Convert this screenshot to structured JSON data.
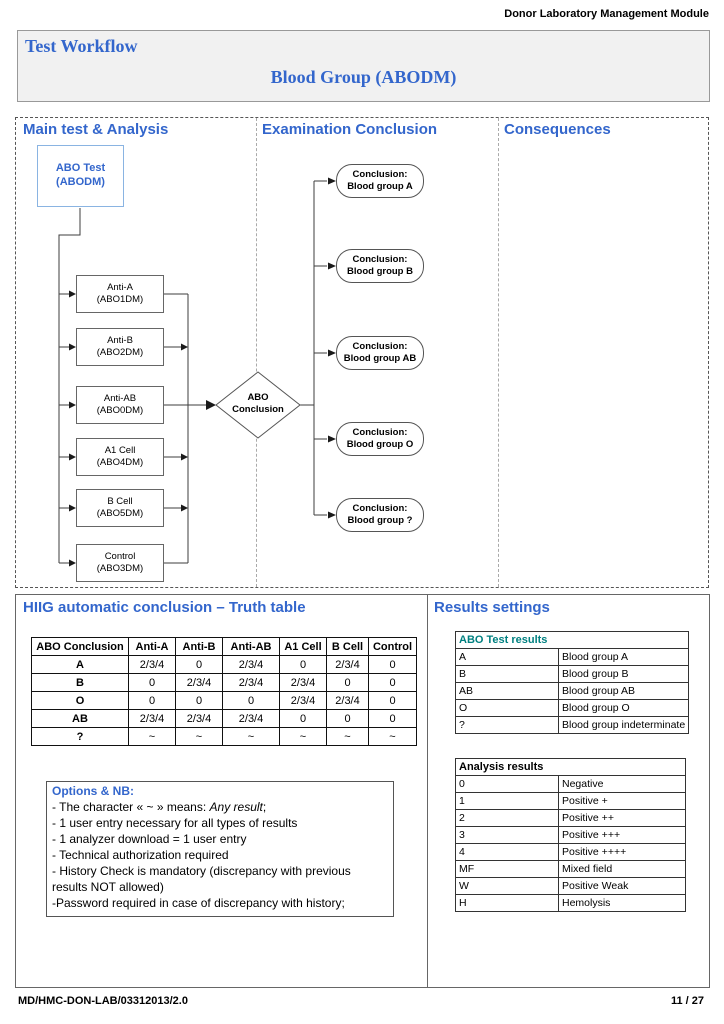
{
  "header": {
    "module": "Donor Laboratory Management Module"
  },
  "title": {
    "main": "Test Workflow",
    "sub": "Blood Group (ABODM)"
  },
  "colors": {
    "heading_blue": "#3366cc",
    "teal": "#008080",
    "abo_box_border": "#8ab4e2"
  },
  "flowchart": {
    "columns": [
      "Main test & Analysis",
      "Examination Conclusion",
      "Consequences"
    ],
    "abo_test": {
      "line1": "ABO Test",
      "line2": "(ABODM)"
    },
    "tests": [
      {
        "name": "Anti-A",
        "code": "(ABO1DM)"
      },
      {
        "name": "Anti-B",
        "code": "(ABO2DM)"
      },
      {
        "name": "Anti-AB",
        "code": "(ABO0DM)"
      },
      {
        "name": "A1 Cell",
        "code": "(ABO4DM)"
      },
      {
        "name": "B Cell",
        "code": "(ABO5DM)"
      },
      {
        "name": "Control",
        "code": "(ABO3DM)"
      }
    ],
    "decision": {
      "line1": "ABO",
      "line2": "Conclusion"
    },
    "conclusions": [
      {
        "line1": "Conclusion:",
        "line2": "Blood group A"
      },
      {
        "line1": "Conclusion:",
        "line2": "Blood group B"
      },
      {
        "line1": "Conclusion:",
        "line2": "Blood group AB"
      },
      {
        "line1": "Conclusion:",
        "line2": "Blood group O"
      },
      {
        "line1": "Conclusion:",
        "line2": "Blood group ?"
      }
    ]
  },
  "truth_table": {
    "title": "HIIG automatic conclusion – Truth table",
    "headers": [
      "ABO Conclusion",
      "Anti-A",
      "Anti-B",
      "Anti-AB",
      "A1 Cell",
      "B Cell",
      "Control"
    ],
    "rows": [
      [
        "A",
        "2/3/4",
        "0",
        "2/3/4",
        "0",
        "2/3/4",
        "0"
      ],
      [
        "B",
        "0",
        "2/3/4",
        "2/3/4",
        "2/3/4",
        "0",
        "0"
      ],
      [
        "O",
        "0",
        "0",
        "0",
        "2/3/4",
        "2/3/4",
        "0"
      ],
      [
        "AB",
        "2/3/4",
        "2/3/4",
        "2/3/4",
        "0",
        "0",
        "0"
      ],
      [
        "?",
        "~",
        "~",
        "~",
        "~",
        "~",
        "~"
      ]
    ]
  },
  "options": {
    "title": "Options & NB:",
    "note_prefix": "- The character « ~ » means: ",
    "note_italic": "Any result",
    "note_suffix": ";",
    "lines": [
      "- 1 user entry necessary for all types of results",
      "- 1 analyzer download = 1 user entry",
      "- Technical authorization required",
      "- History Check is mandatory (discrepancy with previous results NOT allowed)",
      "-Password required in case of discrepancy with history;"
    ]
  },
  "results_settings": {
    "title": "Results settings",
    "abo_table": {
      "header": "ABO Test results",
      "rows": [
        [
          "A",
          "Blood group A"
        ],
        [
          "B",
          "Blood group B"
        ],
        [
          "AB",
          "Blood group AB"
        ],
        [
          "O",
          "Blood group O"
        ],
        [
          "?",
          "Blood group indeterminate"
        ]
      ]
    },
    "analysis_table": {
      "header": "Analysis results",
      "rows": [
        [
          "0",
          "Negative"
        ],
        [
          "1",
          "Positive +"
        ],
        [
          "2",
          "Positive ++"
        ],
        [
          "3",
          "Positive +++"
        ],
        [
          "4",
          "Positive ++++"
        ],
        [
          "MF",
          "Mixed field"
        ],
        [
          "W",
          "Positive Weak"
        ],
        [
          "H",
          "Hemolysis"
        ]
      ]
    }
  },
  "footer": {
    "doc_ref": "MD/HMC-DON-LAB/03312013/2.0",
    "page": "11 / 27"
  }
}
